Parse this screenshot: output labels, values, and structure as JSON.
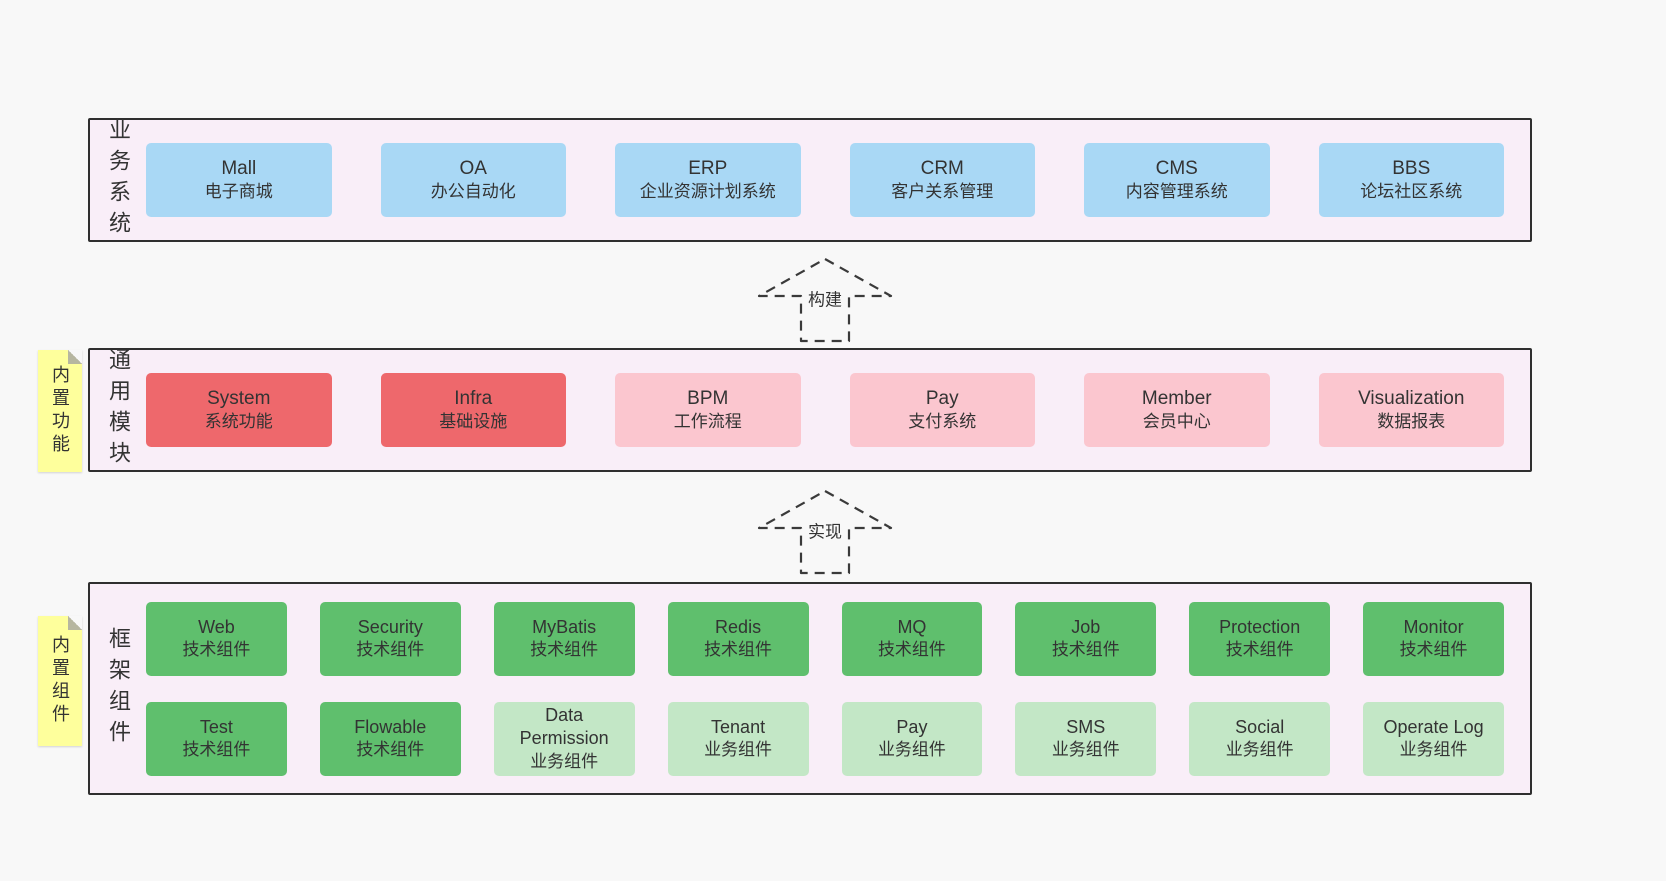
{
  "colors": {
    "blue": "#a9d8f5",
    "red": "#ee686c",
    "pink": "#fbc6cf",
    "green": "#5fbf6d",
    "lightgreen": "#c3e7c6",
    "panel_bg": "#f9eef8",
    "panel_border": "#2f2f2f",
    "sticky_bg": "#feff9c",
    "page_bg": "#f8f8f8",
    "text": "#333333"
  },
  "sections": {
    "business": {
      "label": "业务系统",
      "items": [
        {
          "name": "Mall",
          "desc": "电子商城",
          "variant": "blue"
        },
        {
          "name": "OA",
          "desc": "办公自动化",
          "variant": "blue"
        },
        {
          "name": "ERP",
          "desc": "企业资源计划系统",
          "variant": "blue"
        },
        {
          "name": "CRM",
          "desc": "客户关系管理",
          "variant": "blue"
        },
        {
          "name": "CMS",
          "desc": "内容管理系统",
          "variant": "blue"
        },
        {
          "name": "BBS",
          "desc": "论坛社区系统",
          "variant": "blue"
        }
      ]
    },
    "modules": {
      "label": "通用模块",
      "sticky": "内置功能",
      "items": [
        {
          "name": "System",
          "desc": "系统功能",
          "variant": "red"
        },
        {
          "name": "Infra",
          "desc": "基础设施",
          "variant": "red"
        },
        {
          "name": "BPM",
          "desc": "工作流程",
          "variant": "pink"
        },
        {
          "name": "Pay",
          "desc": "支付系统",
          "variant": "pink"
        },
        {
          "name": "Member",
          "desc": "会员中心",
          "variant": "pink"
        },
        {
          "name": "Visualization",
          "desc": "数据报表",
          "variant": "pink"
        }
      ]
    },
    "framework": {
      "label": "框架组件",
      "sticky": "内置组件",
      "row1": [
        {
          "name": "Web",
          "desc": "技术组件",
          "variant": "green"
        },
        {
          "name": "Security",
          "desc": "技术组件",
          "variant": "green"
        },
        {
          "name": "MyBatis",
          "desc": "技术组件",
          "variant": "green"
        },
        {
          "name": "Redis",
          "desc": "技术组件",
          "variant": "green"
        },
        {
          "name": "MQ",
          "desc": "技术组件",
          "variant": "green"
        },
        {
          "name": "Job",
          "desc": "技术组件",
          "variant": "green"
        },
        {
          "name": "Protection",
          "desc": "技术组件",
          "variant": "green"
        },
        {
          "name": "Monitor",
          "desc": "技术组件",
          "variant": "green"
        }
      ],
      "row2": [
        {
          "name": "Test",
          "desc": "技术组件",
          "variant": "green"
        },
        {
          "name": "Flowable",
          "desc": "技术组件",
          "variant": "green"
        },
        {
          "name": "Data Permission",
          "desc": "业务组件",
          "variant": "lightgreen"
        },
        {
          "name": "Tenant",
          "desc": "业务组件",
          "variant": "lightgreen"
        },
        {
          "name": "Pay",
          "desc": "业务组件",
          "variant": "lightgreen"
        },
        {
          "name": "SMS",
          "desc": "业务组件",
          "variant": "lightgreen"
        },
        {
          "name": "Social",
          "desc": "业务组件",
          "variant": "lightgreen"
        },
        {
          "name": "Operate Log",
          "desc": "业务组件",
          "variant": "lightgreen"
        }
      ]
    }
  },
  "arrows": [
    {
      "label": "构建"
    },
    {
      "label": "实现"
    }
  ]
}
